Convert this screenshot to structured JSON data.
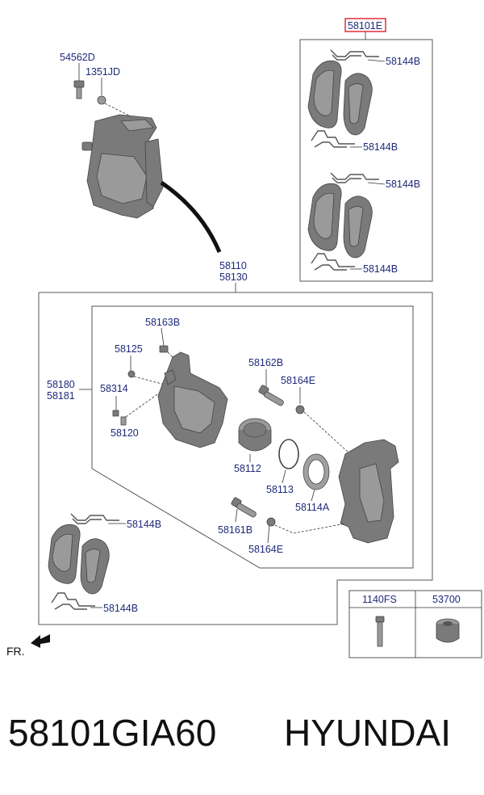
{
  "labels": {
    "kit_main": "58101E",
    "l54562D": "54562D",
    "l1351JD": "1351JD",
    "pad_clip_1": "58144B",
    "pad_clip_2": "58144B",
    "pad_clip_3": "58144B",
    "pad_clip_4": "58144B",
    "caliper_a": "58110",
    "caliper_b": "58130",
    "l58163B": "58163B",
    "l58125": "58125",
    "l58180": "58180",
    "l58181": "58181",
    "l58314": "58314",
    "l58120": "58120",
    "l58162B": "58162B",
    "l58164E_top": "58164E",
    "l58112": "58112",
    "l58113": "58113",
    "l58114A": "58114A",
    "l58161B": "58161B",
    "l58164E_bot": "58164E",
    "lower_clip_top": "58144B",
    "lower_clip_bot": "58144B",
    "fr": "FR."
  },
  "legend_table": {
    "col1_header": "1140FS",
    "col2_header": "53700"
  },
  "footer": {
    "part_number": "58101GIA60",
    "brand": "HYUNDAI"
  },
  "colors": {
    "label_blue": "#1f2a7a",
    "highlight_red": "#e0202a",
    "part_gray": "#7a7a7a"
  }
}
